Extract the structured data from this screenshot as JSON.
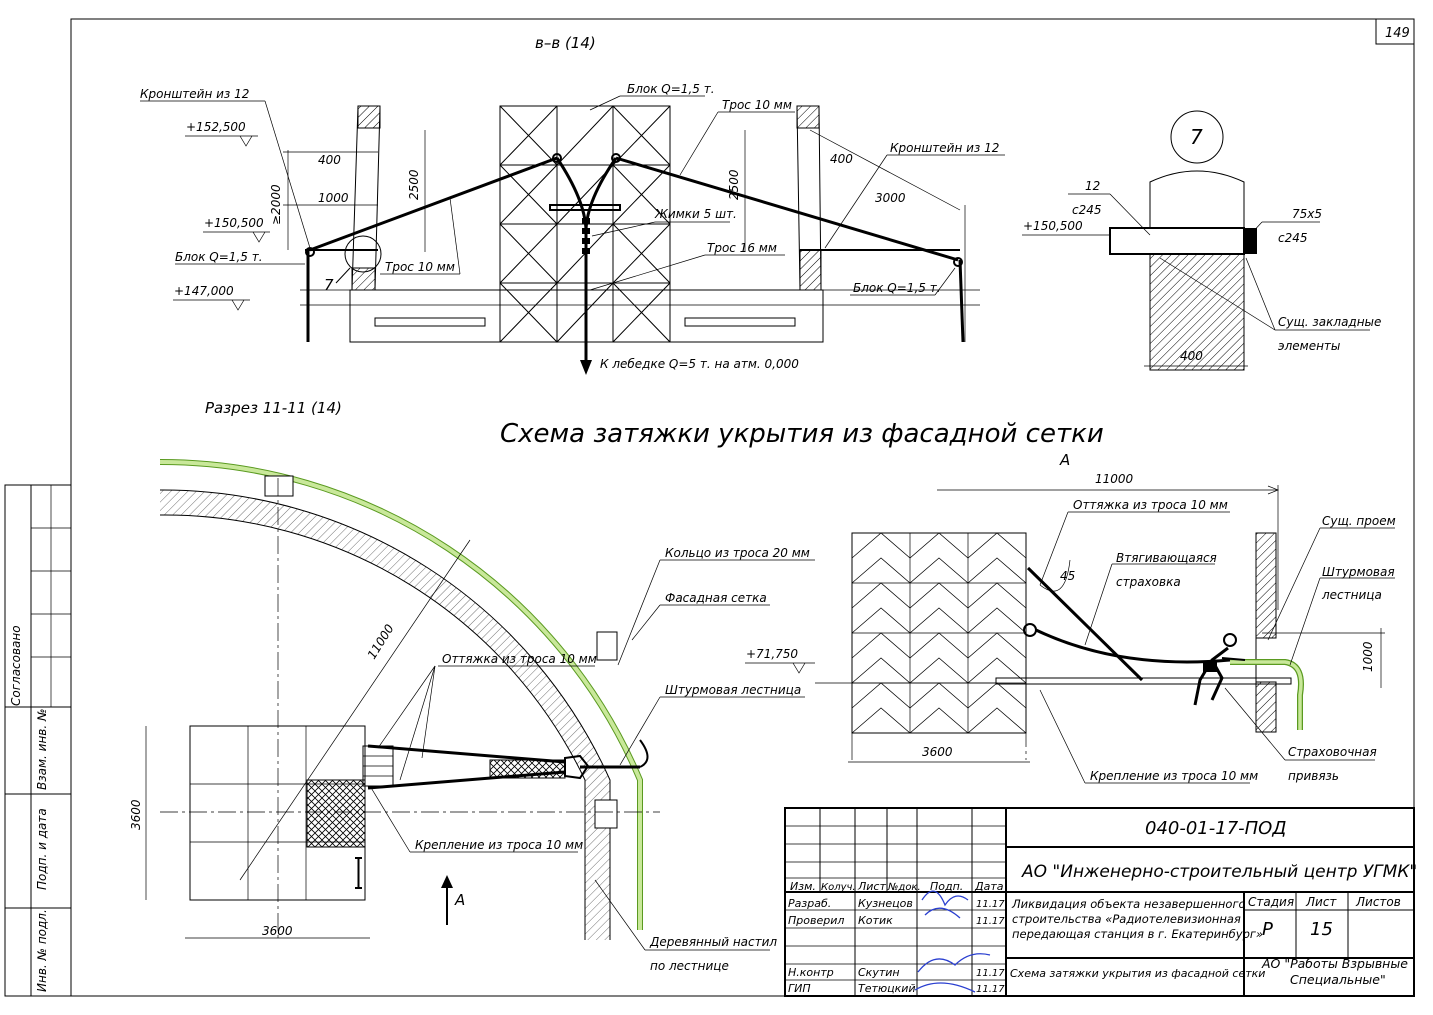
{
  "sheet": {
    "number": "149",
    "top_view_title": "в–в (14)",
    "section_title": "Разрез 11-11 (14)",
    "main_title": "Схема затяжки укрытия из фасадной сетки",
    "view_a": "А",
    "view_a_arrow": "А"
  },
  "top_view": {
    "bracket_left": "Кронштейн из 12",
    "bracket_right": "Кронштейн из 12",
    "block_top": "Блок Q=1,5 т.",
    "block_left": "Блок Q=1,5 т.",
    "block_right": "Блок Q=1,5 т.",
    "rope_10": "Трос 10 мм",
    "rope_10_left": "Трос 10 мм",
    "rope_16": "Трос 16 мм",
    "clamps": "Жимки 5 шт.",
    "winch": "К лебедке Q=5 т. на атм. 0,000",
    "elev_1": "+152,500",
    "elev_2": "+150,500",
    "elev_3": "+147,000",
    "dim_400_l": "400",
    "dim_1000": "1000",
    "dim_2000": "≥2000",
    "dim_2500_l": "2500",
    "dim_2500_r": "2500",
    "dim_400_r": "400",
    "dim_3000": "3000",
    "callout": "7"
  },
  "detail7": {
    "number": "7",
    "label_12": "12",
    "label_c245": "с245",
    "label_75x5": "75х5",
    "label_c245b": "с245",
    "elev": "+150,500",
    "embedded_1": "Сущ. закладные",
    "embedded_2": "элементы",
    "dim_400": "400"
  },
  "plan": {
    "ring_rope": "Кольцо из троса 20 мм",
    "facade_net": "Фасадная сетка",
    "guy_rope": "Оттяжка из троса 10 мм",
    "assault_ladder": "Штурмовая лестница",
    "fastening": "Крепление из троса 10 мм",
    "wood_deck_1": "Деревянный настил",
    "wood_deck_2": "по лестнице",
    "dim_11000": "11000",
    "dim_3600_v": "3600",
    "dim_3600_h": "3600"
  },
  "view_a": {
    "dim_11000": "11000",
    "guy_rope": "Оттяжка из троса 10 мм",
    "retract_1": "Втягивающаяся",
    "retract_2": "страховка",
    "opening": "Сущ. проем",
    "ladder_1": "Штурмовая",
    "ladder_2": "лестница",
    "angle": "45",
    "elev": "+71,750",
    "dim_1000": "1000",
    "dim_3600": "3600",
    "harness_1": "Страховочная",
    "harness_2": "привязь",
    "fastening": "Крепление из троса 10 мм"
  },
  "left_margin": {
    "agreed": "Согласовано",
    "inv_replace": "Взам. инв. №",
    "sign_date": "Подп. и дата",
    "inv_orig": "Инв. № подл."
  },
  "stamp": {
    "code": "040-01-17-ПОД",
    "company": "АО \"Инженерно-строительный центр УГМК\"",
    "project": [
      "Ликвидация объекта незавершенного",
      "строительства «Радиотелевизионная",
      "передающая станция в г. Екатеринбург»"
    ],
    "sheet_title": "Схема затяжки укрытия из фасадной сетки",
    "contractor_1": "АО \"Работы Взрывные",
    "contractor_2": "Специальные\"",
    "hdr_izm": "Изм.",
    "hdr_koluch": "Колуч.",
    "hdr_list": "Лист",
    "hdr_ndok": "№док.",
    "hdr_podp": "Подп.",
    "hdr_data": "Дата",
    "stage_label": "Стадия",
    "sheet_label": "Лист",
    "sheets_label": "Листов",
    "stage": "Р",
    "sheet_no": "15",
    "rows": [
      {
        "role": "Разраб.",
        "name": "Кузнецов",
        "date": "11.17"
      },
      {
        "role": "Проверил",
        "name": "Котик",
        "date": "11.17"
      },
      {
        "role": "Н.контр",
        "name": "Скутин",
        "date": "11.17"
      },
      {
        "role": "ГИП",
        "name": "Тетюцкий",
        "date": "11.17"
      }
    ]
  },
  "colors": {
    "ink": "#000000",
    "net_green": "#c9e89a",
    "signature_blue": "#2a3fd0"
  }
}
